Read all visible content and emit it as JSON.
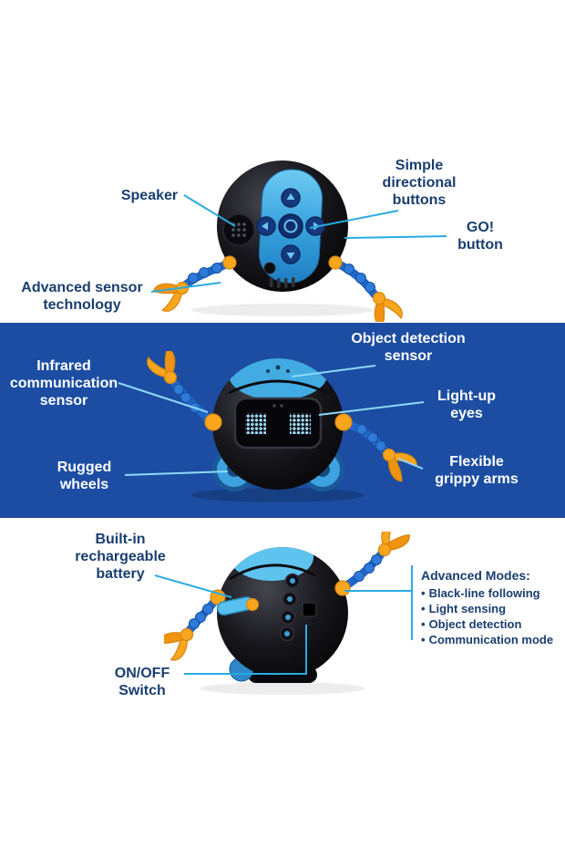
{
  "colors": {
    "label_navy": "#1a3e6f",
    "callout_blue": "#29abe2",
    "callout_light": "#8ed8f8",
    "band_blue": "#1c4da2",
    "robot_black": "#17171c",
    "panel_blue": "#3fa9e0",
    "arm_blue": "#2067ca",
    "gripper_orange": "#f9a61f"
  },
  "sections": {
    "top": {
      "directional": "Simple directional buttons",
      "speaker": "Speaker",
      "go": "GO! button",
      "advanced_sensor": "Advanced sensor technology"
    },
    "middle": {
      "object_detection": "Object detection sensor",
      "infrared": "Infrared communication sensor",
      "eyes": "Light-up eyes",
      "wheels": "Rugged wheels",
      "arms": "Flexible grippy arms"
    },
    "bottom": {
      "battery": "Built-in rechargeable battery",
      "onoff": "ON/OFF Switch",
      "modes_title": "Advanced Modes:",
      "bullet": "•",
      "modes": [
        "Black-line following",
        "Light sensing",
        "Object detection",
        "Communication mode"
      ]
    }
  }
}
